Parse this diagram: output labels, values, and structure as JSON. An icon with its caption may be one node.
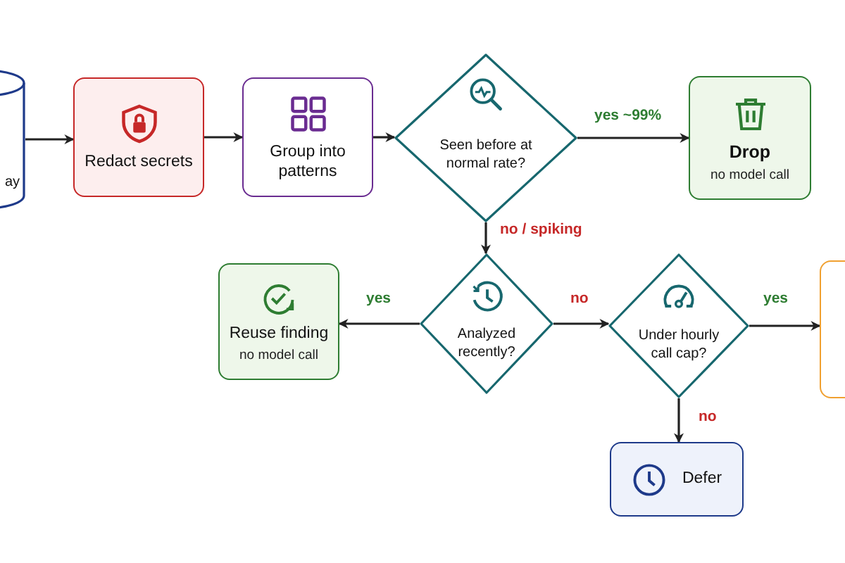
{
  "diagram": {
    "nodes": [
      {
        "text": [
          "ay"
        ]
      },
      {
        "text": [
          "Redact secrets"
        ]
      },
      {
        "text": [
          "Group into patterns"
        ]
      },
      {
        "text": [
          "Seen before at normal rate?"
        ]
      },
      {
        "text": [
          "Drop",
          "no model call"
        ]
      },
      {
        "text": [
          "Reuse finding",
          "no model call"
        ]
      },
      {
        "text": [
          "Analyzed recently?"
        ]
      },
      {
        "text": [
          "Under hourly call cap?"
        ]
      },
      {
        "text": [],
        "shape": "box"
      },
      {
        "text": [
          "Defer"
        ]
      }
    ],
    "edges": [
      {
        "from": 0,
        "to": 1,
        "arrow": "to"
      },
      {
        "from": 1,
        "to": 2,
        "arrow": "to"
      },
      {
        "from": 2,
        "to": 3,
        "arrow": "to"
      },
      {
        "from": 3,
        "to": 4,
        "arrow": "to",
        "label": "yes ~99%"
      },
      {
        "from": 3,
        "to": 6,
        "arrow": "to",
        "label": "no / spiking"
      },
      {
        "from": 6,
        "to": 5,
        "arrow": "to",
        "label": "yes"
      },
      {
        "from": 6,
        "to": 7,
        "arrow": "to",
        "label": "no"
      },
      {
        "from": 7,
        "to": 8,
        "arrow": "to",
        "label": "yes"
      },
      {
        "from": 7,
        "to": 9,
        "arrow": "to",
        "label": "no"
      }
    ]
  }
}
